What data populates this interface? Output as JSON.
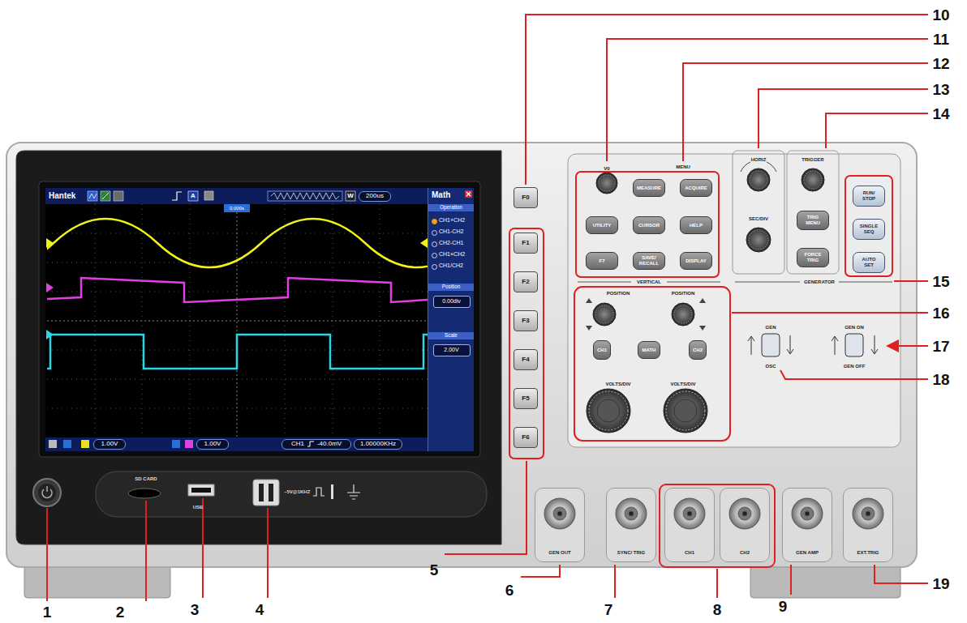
{
  "diagram": {
    "nodes": [
      {
        "text": [
          "200us"
        ]
      },
      {
        "text": [
          "Math",
          "Operation",
          "CH1+CH2",
          "CH1-CH2",
          "CH2-CH1",
          "CH1×CH2",
          "CH1/CH2",
          "Position",
          "Scale"
        ]
      },
      {
        "text": [
          "0.00div"
        ],
        "in": 1
      },
      {
        "text": [
          "2.00V"
        ],
        "in": 1
      },
      {
        "text": [
          "1.00V"
        ]
      },
      {
        "text": [
          "1.00V"
        ]
      },
      {
        "text": [
          "CH1",
          "-40.0mV"
        ]
      },
      {
        "text": [
          "1.00000KHz"
        ]
      },
      {
        "text": [
          "F0"
        ]
      },
      {
        "text": [
          "F1"
        ]
      },
      {
        "text": [
          "F2"
        ]
      },
      {
        "text": [
          "F3"
        ]
      },
      {
        "text": [
          "F4"
        ]
      },
      {
        "text": [
          "F5"
        ]
      },
      {
        "text": [
          "F6"
        ]
      },
      {
        "text": [
          "MEASURE"
        ]
      },
      {
        "text": [
          "ACQUIRE"
        ]
      },
      {
        "text": [
          "UTILITY"
        ]
      },
      {
        "text": [
          "CURSOR"
        ]
      },
      {
        "text": [
          "HELP"
        ]
      },
      {
        "text": [
          "F7"
        ]
      },
      {
        "text": [
          "SAVE/ RECALL"
        ]
      },
      {
        "text": [
          "DISPLAY"
        ]
      },
      {
        "text": [
          "TRIG MENU"
        ]
      },
      {
        "text": [
          "FORCE TRIG"
        ]
      },
      {
        "text": [
          "RUN/ STOP"
        ]
      },
      {
        "text": [
          "SINGLE SEQ"
        ]
      },
      {
        "text": [
          "AUTO SET"
        ]
      },
      {
        "text": [
          "CH1"
        ]
      },
      {
        "text": [
          "MATH"
        ]
      },
      {
        "text": [
          "CH2"
        ]
      },
      {
        "text": [
          "GEN OUT"
        ]
      },
      {
        "text": [
          "SYNC/ TRIG"
        ]
      },
      {
        "text": [
          "CH1"
        ]
      },
      {
        "text": [
          "CH2"
        ]
      },
      {
        "text": [
          "GEN AMP"
        ]
      },
      {
        "text": [
          "EXT.TRIG"
        ]
      }
    ],
    "labels": [
      "Hantek",
      "A",
      "W",
      "0.000s",
      "SD CARD",
      "USB",
      "~5V@1KHZ",
      "V0",
      "MENU",
      "VERTICAL",
      "HORIZ",
      "SEC/DIV",
      "TRIGGER",
      "GENERATOR",
      "POSITION",
      "POSITION",
      "VOLTS/DIV",
      "VOLTS/DIV",
      "GEN",
      "OSC",
      "GEN ON",
      "GEN OFF",
      "10",
      "11",
      "12",
      "13",
      "14",
      "15",
      "16",
      "17",
      "18",
      "5",
      "6",
      "7",
      "8",
      "9",
      "19",
      "1",
      "2",
      "3",
      "4"
    ]
  }
}
